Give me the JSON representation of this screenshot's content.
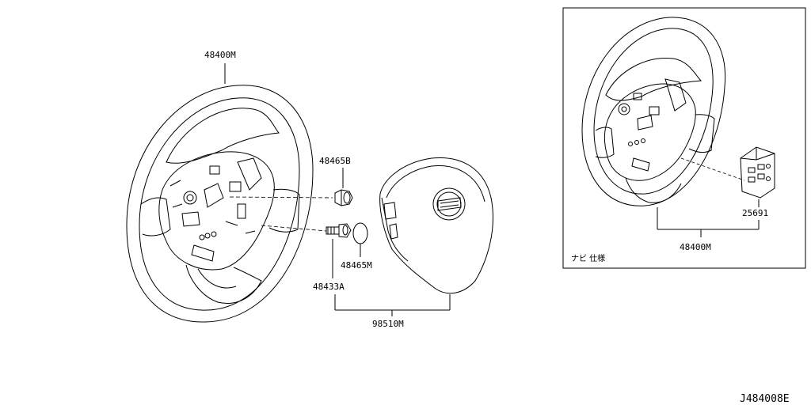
{
  "parts": {
    "steering_wheel": "48400M",
    "nut": "48465B",
    "cap": "48465M",
    "bolt": "48433A",
    "airbag_module": "98510M",
    "switch": "25691",
    "nav_steering_wheel": "48400M"
  },
  "inset": {
    "caption": "ナビ 仕様"
  },
  "diagram_code": "J484008E"
}
